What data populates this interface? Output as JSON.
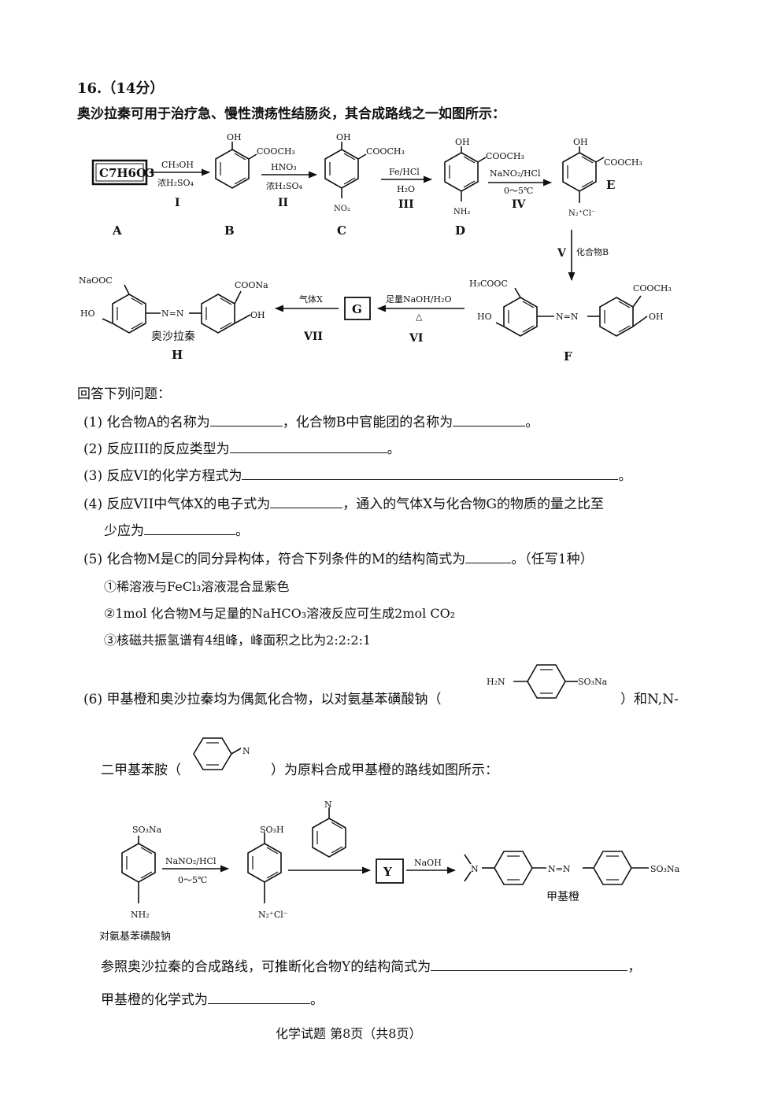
{
  "question": {
    "number": "16.（14分）",
    "intro": "奥沙拉秦可用于治疗急、慢性溃疡性结肠炎，其合成路线之一如图所示："
  },
  "scheme1": {
    "A_formula": "C7H6O3",
    "labels": [
      "A",
      "B",
      "C",
      "D",
      "E",
      "F",
      "G",
      "H"
    ],
    "steps": [
      "I",
      "II",
      "III",
      "IV",
      "V",
      "VI",
      "VII"
    ],
    "reagents": {
      "r1_top": "CH₃OH",
      "r1_bot": "浓H₂SO₄",
      "r2_top": "HNO₃",
      "r2_bot": "浓H₂SO₄",
      "r3_top": "Fe/HCl",
      "r3_bot": "H₂O",
      "r4_top": "NaNO₂/HCl",
      "r4_bot": "0～5℃",
      "r5": "化合物B",
      "r6_top": "足量NaOH/H₂O",
      "r6_bot": "△",
      "r7_top": "气体X"
    },
    "groups": {
      "oh": "OH",
      "cooch3": "COOCH₃",
      "no2": "NO₂",
      "nh2": "NH₂",
      "diazonium": "N₂⁺Cl⁻",
      "azo": "N=N",
      "h3cooc": "H₃COOC",
      "ho": "HO",
      "naooc": "NaOOC",
      "coona": "COONa"
    },
    "H_name": "奥沙拉秦"
  },
  "answer_intro": "回答下列问题：",
  "items": {
    "q1a": "(1) 化合物A的名称为",
    "q1b": "，化合物B中官能团的名称为",
    "q1c": "。",
    "q2a": "(2) 反应III的反应类型为",
    "q2b": "。",
    "q3a": "(3) 反应VI的化学方程式为",
    "q3b": "。",
    "q4a": "(4) 反应VII中气体X的电子式为",
    "q4b": "，通入的气体X与化合物G的物质的量之比至",
    "q4c": "少应为",
    "q4d": "。",
    "q5a": "(5) 化合物M是C的同分异构体，符合下列条件的M的结构简式为",
    "q5b": "。（任写1种）",
    "cond1": "①稀溶液与FeCl₃溶液混合显紫色",
    "cond2": "②1mol 化合物M与足量的NaHCO₃溶液反应可生成2mol CO₂",
    "cond3": "③核磁共振氢谱有4组峰，峰面积之比为2:2:2:1",
    "q6a": "(6) 甲基橙和奥沙拉秦均为偶氮化合物，以对氨基苯磺酸钠（",
    "q6b": "）和N,N-",
    "q6c": "二甲基苯胺（",
    "q6d": "）为原料合成甲基橙的路线如图所示：",
    "q6e": "参照奥沙拉秦的合成路线，可推断化合物Y的结构简式为",
    "q6e_end": "，",
    "q6f": "甲基橙的化学式为",
    "q6f_end": "。"
  },
  "scheme2": {
    "h2n": "H₂N",
    "so3na": "SO₃Na",
    "n": "N",
    "so3h": "SO₃H",
    "nh2": "NH₂",
    "diazonium": "N₂⁺Cl⁻",
    "r1_top": "NaNO₂/HCl",
    "r1_bot": "0～5℃",
    "Y": "Y",
    "naoh": "NaOH",
    "azo": "N=N",
    "product_name": "甲基橙",
    "start_name": "对氨基苯磺酸钠"
  },
  "footer": "化学试题 第8页（共8页）"
}
